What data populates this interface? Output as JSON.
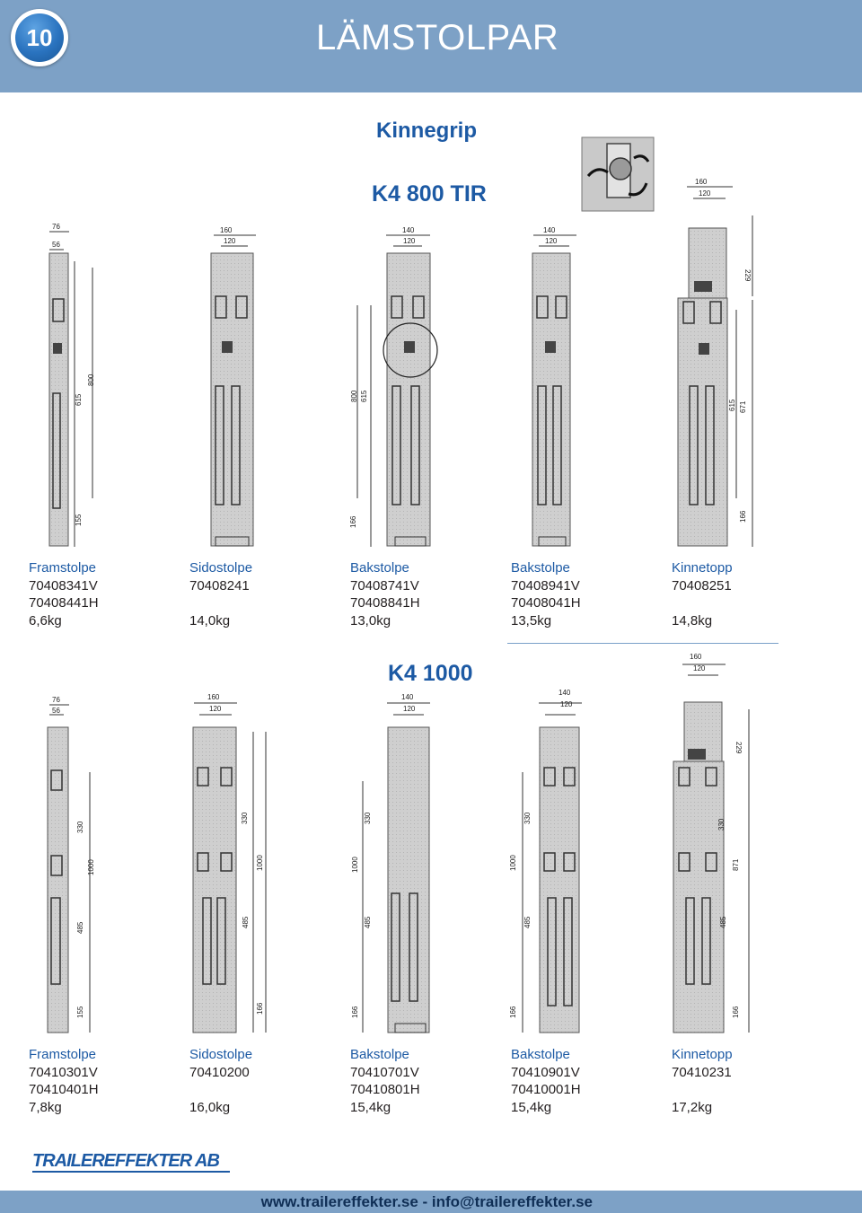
{
  "header": {
    "page_number": "10",
    "title": "LÄMSTOLPAR"
  },
  "intro": {
    "heading": "Kinnegrip",
    "section1_title": "K4 800 TIR",
    "section2_title": "K4 1000"
  },
  "section1": {
    "dimensions": [
      "76",
      "56",
      "160",
      "120",
      "140",
      "120",
      "140",
      "120",
      "160",
      "120",
      "615",
      "800",
      "155",
      "800",
      "615",
      "166",
      "229",
      "615",
      "671",
      "166"
    ],
    "items": [
      {
        "title": "Framstolpe",
        "lines": [
          "70408341V",
          "70408441H",
          "6,6kg"
        ]
      },
      {
        "title": "Sidostolpe",
        "lines": [
          "70408241",
          "",
          "14,0kg"
        ]
      },
      {
        "title": "Bakstolpe",
        "lines": [
          "70408741V",
          "70408841H",
          "13,0kg"
        ]
      },
      {
        "title": "Bakstolpe",
        "lines": [
          "70408941V",
          "70408041H",
          "13,5kg"
        ]
      },
      {
        "title": "Kinnetopp",
        "lines": [
          "70408251",
          "",
          "14,8kg"
        ]
      }
    ]
  },
  "section2": {
    "dimensions": [
      "76",
      "56",
      "160",
      "120",
      "140",
      "120",
      "140",
      "120",
      "160",
      "120",
      "330",
      "1000",
      "485",
      "155",
      "330",
      "1000",
      "485",
      "166",
      "330",
      "1000",
      "485",
      "166",
      "330",
      "1000",
      "485",
      "166",
      "229",
      "330",
      "871",
      "485",
      "166"
    ],
    "items": [
      {
        "title": "Framstolpe",
        "lines": [
          "70410301V",
          "70410401H",
          "7,8kg"
        ]
      },
      {
        "title": "Sidostolpe",
        "lines": [
          "70410200",
          "",
          "16,0kg"
        ]
      },
      {
        "title": "Bakstolpe",
        "lines": [
          "70410701V",
          "70410801H",
          "15,4kg"
        ]
      },
      {
        "title": "Bakstolpe",
        "lines": [
          "70410901V",
          "70410001H",
          "15,4kg"
        ]
      },
      {
        "title": "Kinnetopp",
        "lines": [
          "70410231",
          "",
          "17,2kg"
        ]
      }
    ]
  },
  "logo": {
    "text": "TRAILEREFFEKTER AB"
  },
  "footer": {
    "text": "www.trailereffekter.se - info@trailereffekter.se"
  },
  "colors": {
    "header": "#7da1c6",
    "heading": "#1d5aa4",
    "post_fill": "#cfcfcf",
    "post_stroke": "#555555"
  }
}
